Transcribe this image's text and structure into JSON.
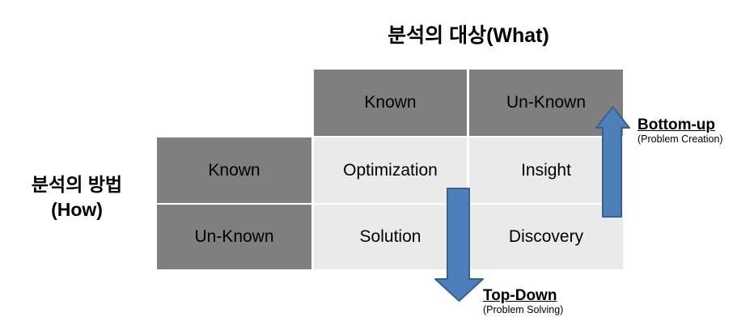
{
  "title": "분석의 대상(What)",
  "row_axis": {
    "line1": "분석의 방법",
    "line2": "(How)"
  },
  "matrix": {
    "col_headers": [
      "Known",
      "Un-Known"
    ],
    "row_headers": [
      "Known",
      "Un-Known"
    ],
    "cells": [
      [
        "Optimization",
        "Insight"
      ],
      [
        "Solution",
        "Discovery"
      ]
    ]
  },
  "arrows": {
    "up": {
      "direction": "up",
      "label": "Bottom-up",
      "sublabel": "(Problem Creation)"
    },
    "down": {
      "direction": "down",
      "label": "Top-Down",
      "sublabel": "(Problem Solving)"
    }
  },
  "colors": {
    "header_bg": "#7f7f7f",
    "cell_bg": "#eaeaea",
    "arrow_fill": "#4d80ba",
    "arrow_stroke": "#38618f",
    "text": "#000000",
    "background": "#ffffff"
  }
}
